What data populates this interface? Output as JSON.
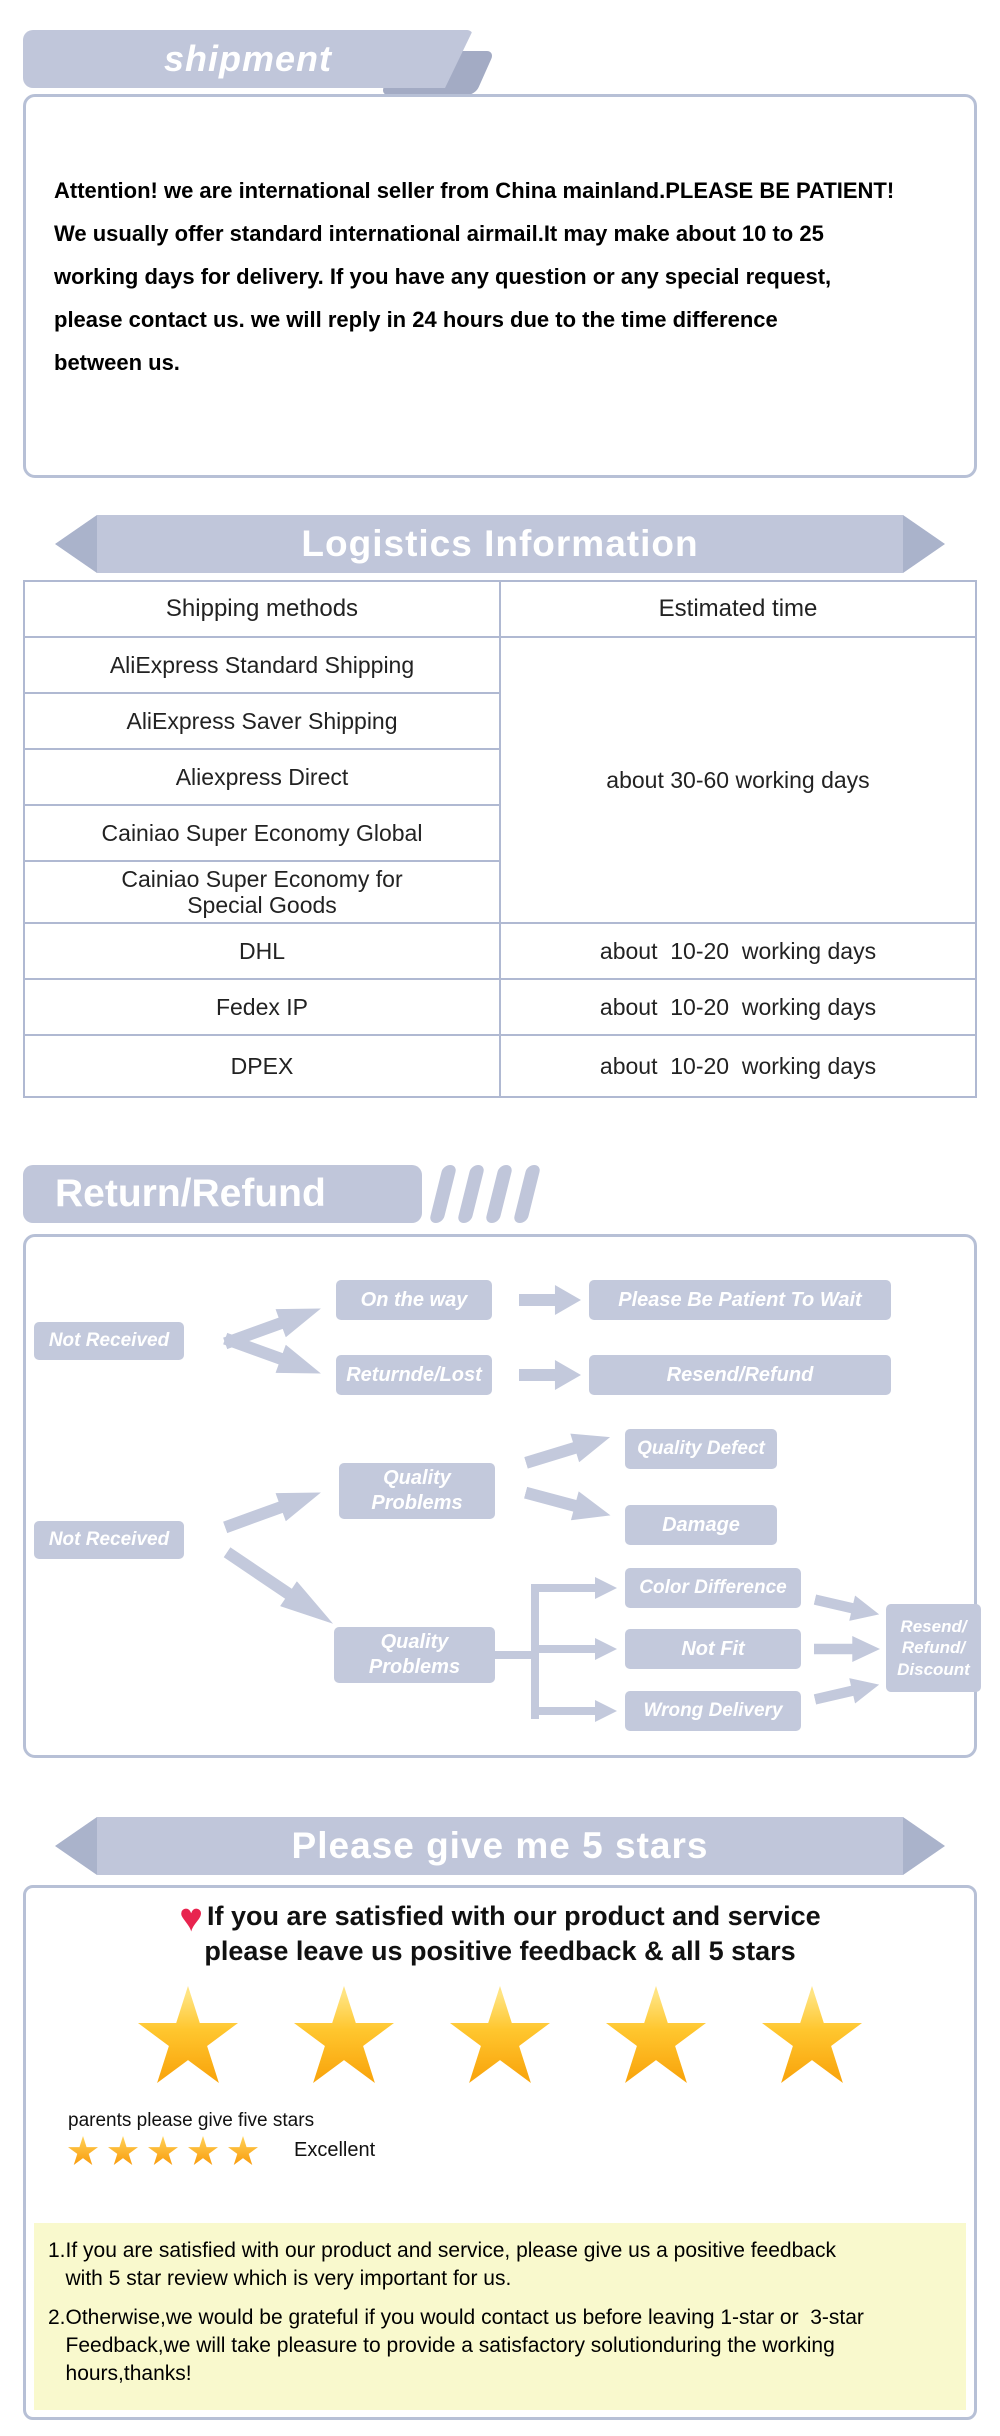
{
  "colors": {
    "ribbon": "#c0c6da",
    "ribbon_tip": "#aab3cb",
    "table_line": "#b0b9d2",
    "flow_label": "#c3c9dc",
    "notes_background": "#f9f9cd",
    "heart": "#e8244f",
    "star_gold": "#f9a70f"
  },
  "shipment": {
    "title": "shipment",
    "body": "Attention! we are international seller from China mainland.PLEASE BE PATIENT!\nWe usually offer standard international airmail.It may make about 10 to 25\nworking days for delivery. If you have any question or any special request,\nplease contact us. we will reply in 24 hours due to the time difference\nbetween us."
  },
  "logistics": {
    "title": "Logistics Information",
    "header_method": "Shipping methods",
    "header_time": "Estimated time",
    "group_methods": [
      "AliExpress Standard Shipping",
      "AliExpress Saver Shipping",
      "Aliexpress Direct",
      "Cainiao Super Economy Global",
      "Cainiao Super Economy for\nSpecial Goods"
    ],
    "group_time": "about 30-60 working days",
    "rows": [
      {
        "method": "DHL",
        "time": "about  10-20  working days"
      },
      {
        "method": "Fedex IP",
        "time": "about  10-20  working days"
      },
      {
        "method": "DPEX",
        "time": "about  10-20  working days"
      }
    ]
  },
  "returns": {
    "title": "Return/Refund",
    "flow": {
      "not_received_1": "Not Received",
      "on_the_way": "On the way",
      "returned_lost": "Returnde/Lost",
      "be_patient": "Please Be Patient To Wait",
      "resend_refund": "Resend/Refund",
      "not_received_2": "Not Received",
      "quality_problems_1": "Quality\nProblems",
      "quality_defect": "Quality Defect",
      "damage": "Damage",
      "quality_problems_2": "Quality\nProblems",
      "color_difference": "Color Difference",
      "not_fit": "Not Fit",
      "wrong_delivery": "Wrong Delivery",
      "resend_refund_discount": "Resend/\nRefund/\nDiscount"
    }
  },
  "stars": {
    "title": "Please give me 5 stars",
    "headline_1": "If you are satisfied with our product and service",
    "headline_2": "please leave us positive feedback & all 5 stars",
    "big_star_count": 5,
    "small_note": "parents please give five stars",
    "small_star_count": 5,
    "excellent_label": "Excellent",
    "notes": [
      "1.If you are satisfied with our product and service, please give us a positive feedback\n   with 5 star review which is very important for us.",
      "2.Otherwise,we would be grateful if you would contact us before leaving 1-star or  3-star\n   Feedback,we will take pleasure to provide a satisfactory solutionduring the working\n   hours,thanks!"
    ]
  }
}
